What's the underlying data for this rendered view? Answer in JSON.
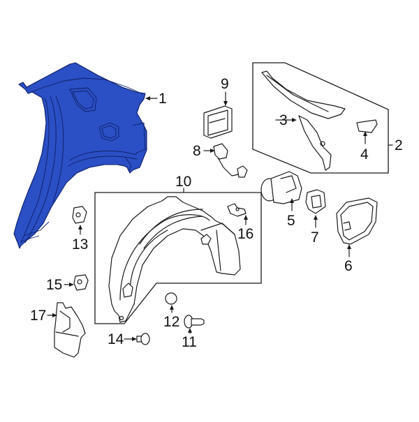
{
  "diagram": {
    "type": "exploded-parts-view",
    "highlight_color": "#2b4fc4",
    "line_color": "#1a1a1a",
    "background": "#ffffff",
    "callouts": [
      {
        "id": "1",
        "label": "1",
        "part": "quarter-panel",
        "highlighted": true
      },
      {
        "id": "2",
        "label": "2",
        "part": "rear-panel-assembly-group"
      },
      {
        "id": "3",
        "label": "3",
        "part": "inner-bracket"
      },
      {
        "id": "4",
        "label": "4",
        "part": "small-bracket"
      },
      {
        "id": "5",
        "label": "5",
        "part": "fuel-filler-housing"
      },
      {
        "id": "6",
        "label": "6",
        "part": "fuel-door"
      },
      {
        "id": "7",
        "label": "7",
        "part": "filler-bracket"
      },
      {
        "id": "8",
        "label": "8",
        "part": "wire-harness-connector"
      },
      {
        "id": "9",
        "label": "9",
        "part": "module-housing"
      },
      {
        "id": "10",
        "label": "10",
        "part": "wheel-liner-group"
      },
      {
        "id": "11",
        "label": "11",
        "part": "push-pin-fastener"
      },
      {
        "id": "12",
        "label": "12",
        "part": "plug"
      },
      {
        "id": "13",
        "label": "13",
        "part": "nut-clip"
      },
      {
        "id": "14",
        "label": "14",
        "part": "screw"
      },
      {
        "id": "15",
        "label": "15",
        "part": "nut-clip"
      },
      {
        "id": "16",
        "label": "16",
        "part": "liner-clip"
      },
      {
        "id": "17",
        "label": "17",
        "part": "mud-flap"
      }
    ]
  }
}
